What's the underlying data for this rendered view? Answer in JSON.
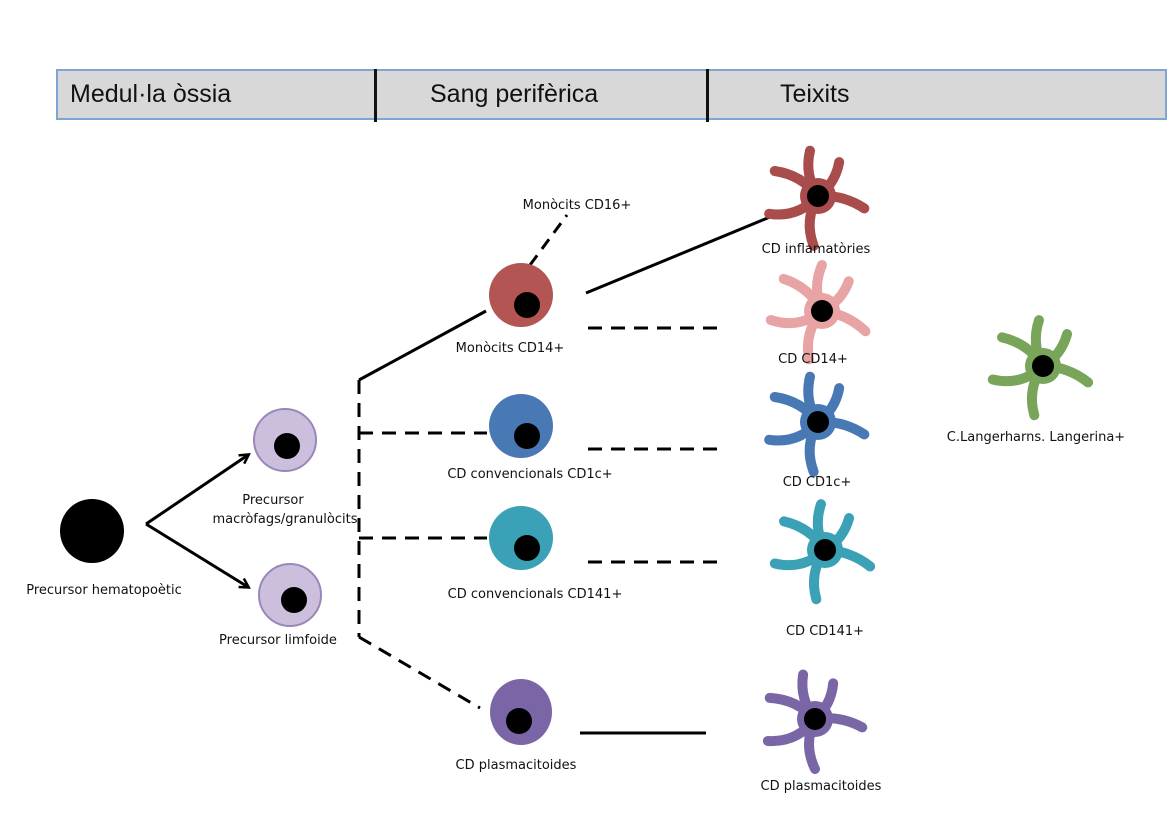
{
  "header": {
    "columns": [
      {
        "label": "Medul·la òssia"
      },
      {
        "label": "Sang perifèrica"
      },
      {
        "label": "Teixits"
      }
    ]
  },
  "colors": {
    "header_bg": "#d8d8d8",
    "header_border": "#7fa6d2",
    "hematopoietic": "#7b5f95",
    "precursor_light": "#cbbfdd",
    "monocyte_cd14": "#b35552",
    "inflammatory_dc": "#a84c4c",
    "cd14_dc": "#e8a4a4",
    "cd1c": "#4879b5",
    "cd141": "#3aa1b6",
    "plasmacytoid": "#7a66a6",
    "langerhans": "#78a55a",
    "nucleus": "#000000",
    "line": "#000000"
  },
  "nodes": {
    "hematopoietic": {
      "label": "Precursor hematopoètic"
    },
    "myeloid_precursor": {
      "label_line1": "Precursor",
      "label_line2": "macròfags/granulòcits"
    },
    "lymphoid_precursor": {
      "label": "Precursor limfoide"
    },
    "monocytes_cd16": {
      "label": "Monòcits CD16+"
    },
    "monocytes_cd14": {
      "label": "Monòcits CD14+"
    },
    "conventional_cd1c": {
      "label": "CD convencionals CD1c+"
    },
    "conventional_cd141": {
      "label": "CD convencionals CD141+"
    },
    "plasmacytoid_blood": {
      "label": "CD plasmacitoides"
    },
    "inflammatory_dc": {
      "label": "CD inflamatòries"
    },
    "tissue_cd14": {
      "label": "CD CD14+"
    },
    "tissue_cd1c": {
      "label": "CD CD1c+"
    },
    "tissue_cd141": {
      "label": "CD CD141+"
    },
    "tissue_plasmacytoid": {
      "label": "CD plasmacitoides"
    },
    "langerhans": {
      "label": "C.Langerharns. Langerina+"
    }
  }
}
